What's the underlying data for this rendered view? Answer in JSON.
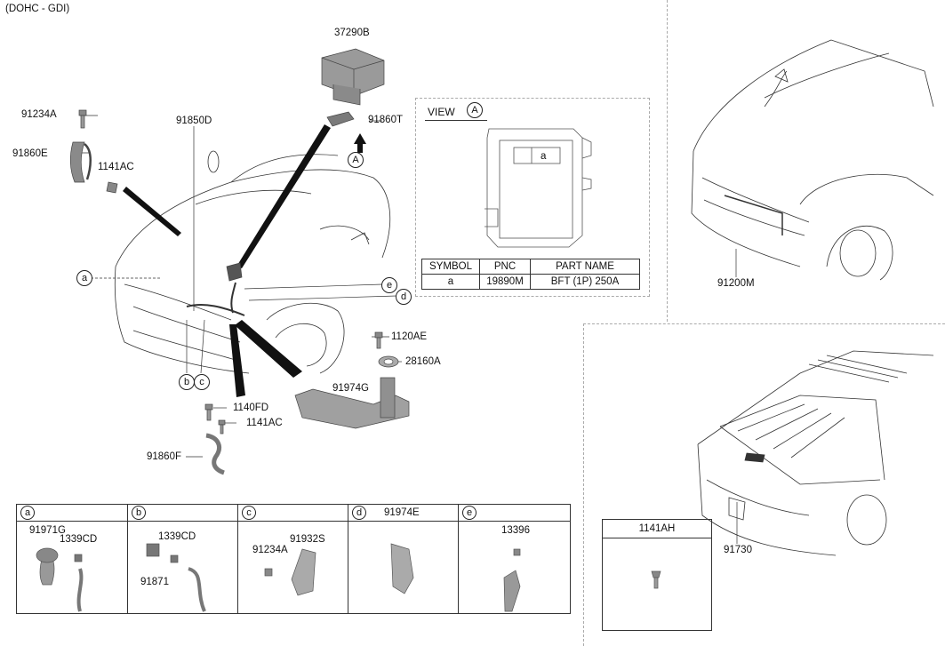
{
  "header": {
    "engine": "(DOHC - GDI)"
  },
  "part_labels": {
    "p37290B": "37290B",
    "p91860T": "91860T",
    "p91234A": "91234A",
    "p91850D": "91850D",
    "p91860E": "91860E",
    "p1141AC_top": "1141AC",
    "p1120AE": "1120AE",
    "p28160A": "28160A",
    "p91974G": "91974G",
    "p1140FD": "1140FD",
    "p1141AC_bot": "1141AC",
    "p91860F": "91860F",
    "p91200M": "91200M",
    "p91730": "91730"
  },
  "callouts": {
    "a": "a",
    "b": "b",
    "c": "c",
    "d": "d",
    "e": "e",
    "view_ref": "A"
  },
  "view": {
    "label": "VIEW",
    "ref": "A",
    "inner_symbol": "a",
    "table": {
      "headers": [
        "SYMBOL",
        "PNC",
        "PART NAME"
      ],
      "rows": [
        [
          "a",
          "19890M",
          "BFT (1P) 250A"
        ]
      ]
    }
  },
  "parts_table": {
    "cells": [
      {
        "symbol": "a",
        "title": "",
        "labels": [
          "91971G",
          "1339CD"
        ]
      },
      {
        "symbol": "b",
        "title": "",
        "labels": [
          "1339CD",
          "91871"
        ]
      },
      {
        "symbol": "c",
        "title": "",
        "labels": [
          "91234A",
          "91932S"
        ]
      },
      {
        "symbol": "d",
        "title": "91974E",
        "labels": []
      },
      {
        "symbol": "e",
        "title": "",
        "labels": [
          "13396"
        ]
      }
    ]
  },
  "box_1141AH": {
    "title": "1141AH"
  },
  "colors": {
    "line": "#222222",
    "part_fill": "#8c8c8c",
    "part_dark": "#5a5a5a",
    "divider": "#aaaaaa"
  }
}
